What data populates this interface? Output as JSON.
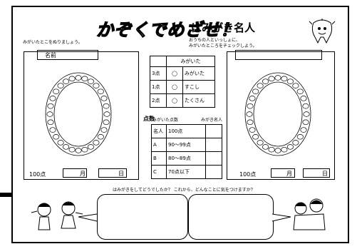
{
  "header": {
    "title": "かぞくでめざせ！",
    "subtitle": "はみがき名人",
    "instruction_left": "みがいたとこをぬりましょう。",
    "instruction_right_1": "おうちの人といっしょに、",
    "instruction_right_2": "みがいたところをチェックしよう。"
  },
  "left_panel": {
    "name_label": "名前",
    "score_label": "100点",
    "date_sep": "月",
    "day_sep": "日"
  },
  "right_panel": {
    "score_label": "100点",
    "date_sep": "月",
    "day_sep": "日"
  },
  "center_table": {
    "header": "みがいた",
    "rows": [
      {
        "points": "3点",
        "label": "みがいた"
      },
      {
        "points": "1点",
        "label": "すこし"
      },
      {
        "points": "2点",
        "label": "たくさん"
      }
    ]
  },
  "rating": {
    "title": "点数",
    "header_left": "みがいた点数",
    "header_right": "みがき名人",
    "rows": [
      {
        "label": "名人",
        "value": "100点"
      },
      {
        "label": "A",
        "value": "90〜99点"
      },
      {
        "label": "B",
        "value": "80〜89点"
      },
      {
        "label": "C",
        "value": "70点以下"
      }
    ]
  },
  "bottom": {
    "question": "はみがきをしてどうでしたか？ これから、どんなことに気をつけますか？"
  }
}
